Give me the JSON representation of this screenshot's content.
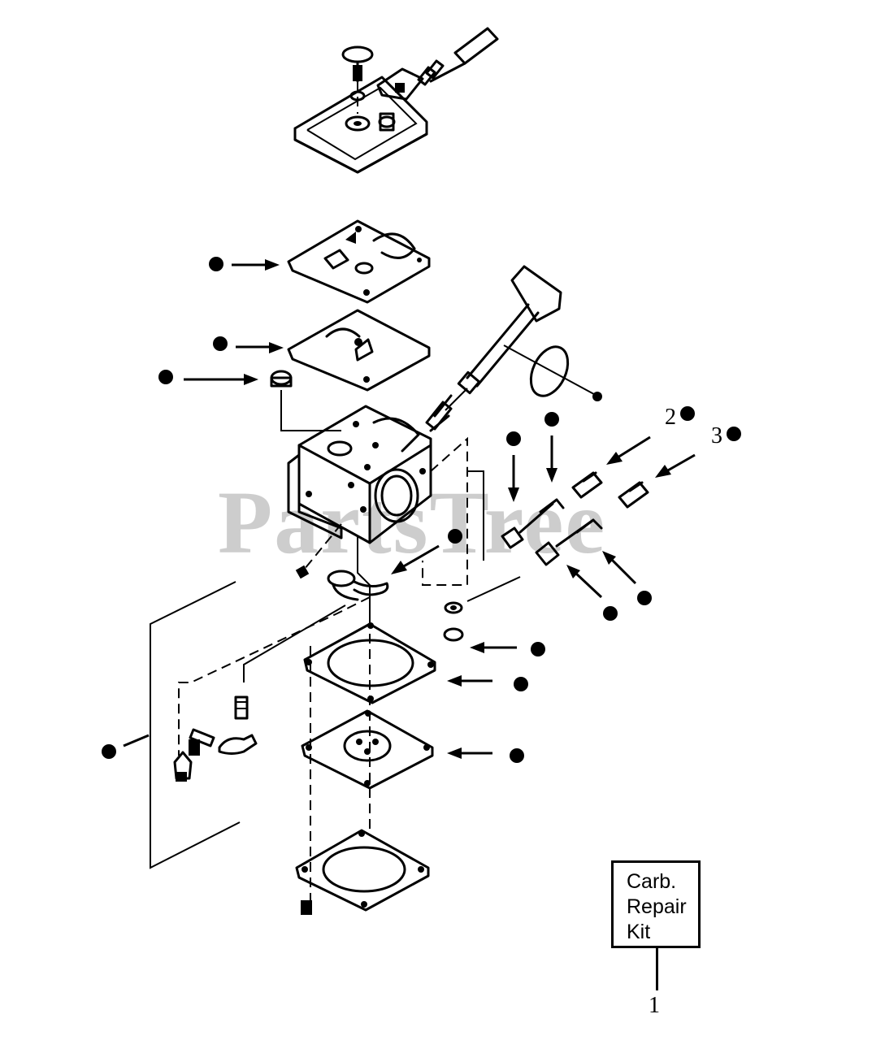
{
  "watermark": "PartsTree",
  "callout_labels": {
    "item_2": "2",
    "item_3": "3"
  },
  "kit": {
    "line1": "Carb.",
    "line2": "Repair",
    "line3": "Kit",
    "number": "1"
  },
  "colors": {
    "ink": "#000000",
    "watermark": "#bdbdbd",
    "background": "#ffffff"
  }
}
